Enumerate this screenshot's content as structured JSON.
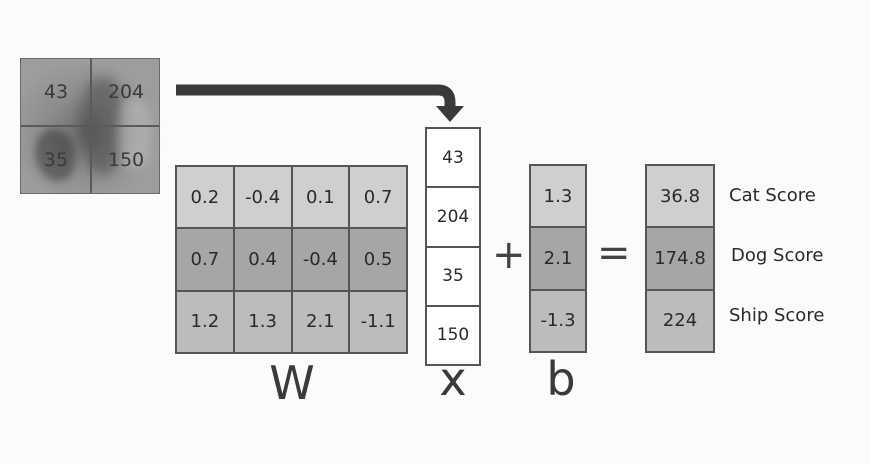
{
  "image_pixels": [
    "43",
    "204",
    "35",
    "150"
  ],
  "W": [
    [
      "0.2",
      "-0.4",
      "0.1",
      "0.7"
    ],
    [
      "0.7",
      "0.4",
      "-0.4",
      "0.5"
    ],
    [
      "1.2",
      "1.3",
      "2.1",
      "-1.1"
    ]
  ],
  "x": [
    "43",
    "204",
    "35",
    "150"
  ],
  "b": [
    "1.3",
    "2.1",
    "-1.3"
  ],
  "scores": [
    "36.8",
    "174.8",
    "224"
  ],
  "score_labels": [
    "Cat Score",
    "Dog Score",
    "Ship Score"
  ],
  "symbols": {
    "W": "W",
    "x": "x",
    "b": "b",
    "plus": "+",
    "equals": "="
  },
  "colors": {
    "row0": "#cfcfcf",
    "row1": "#a6a6a6",
    "row2": "#bcbcbc",
    "arrow": "#3a3a3a"
  }
}
